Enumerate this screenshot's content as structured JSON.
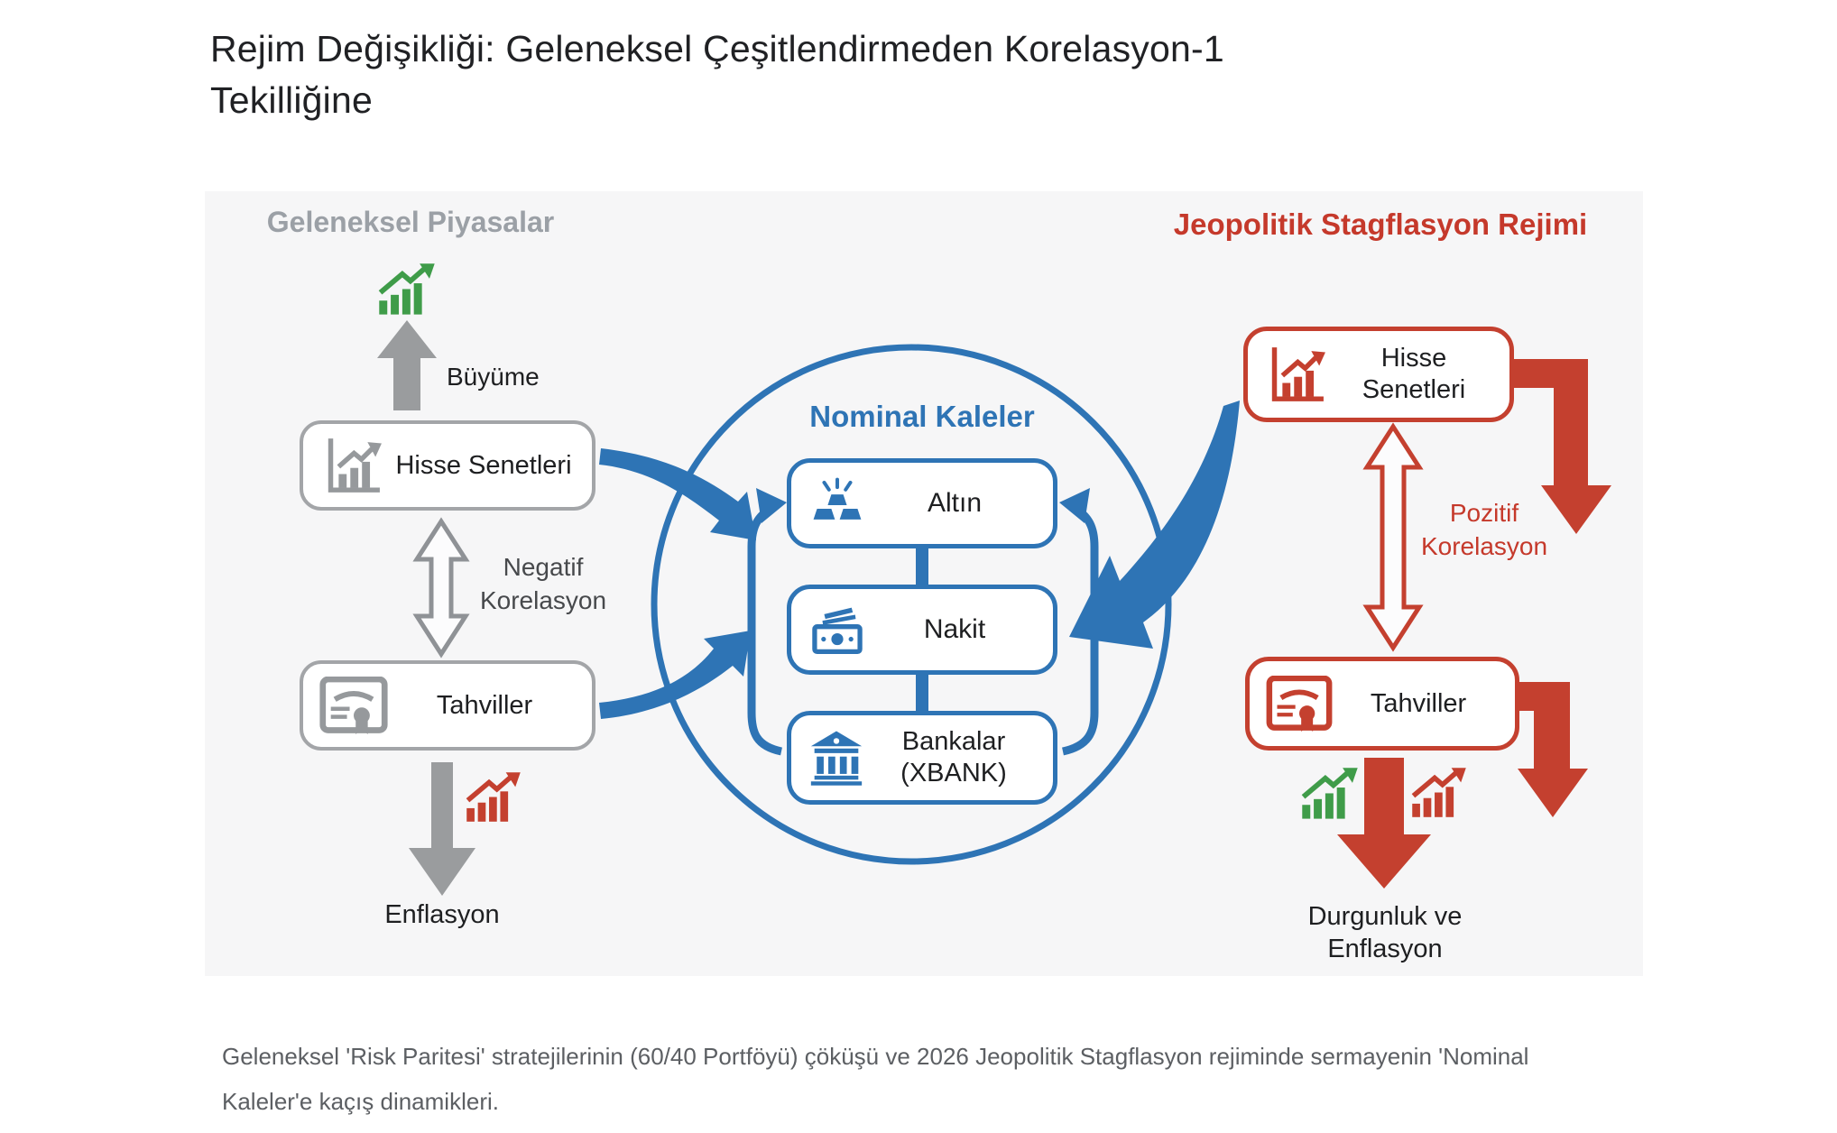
{
  "title": "Rejim Değişikliği: Geleneksel Çeşitlendirmeden Korelasyon-1 Tekilliğine",
  "caption": "Geleneksel 'Risk Paritesi' stratejilerinin (60/40 Portföyü) çöküşü ve 2026 Jeopolitik Stagflasyon rejiminde sermayenin 'Nominal Kaleler'e kaçış dinamikleri.",
  "colors": {
    "blue": "#2e74b5",
    "red": "#c4402f",
    "red_text": "#c5392b",
    "green": "#3f9c49",
    "gray_icon": "#96999c",
    "gray_arrow": "#9a9c9e",
    "dark_text": "#1e1f21",
    "muted_text": "#5c5f63",
    "panel_bg": "#f6f6f7"
  },
  "icons": {
    "growth": "trend-up-chart-icon",
    "stocks": "bar-chart-icon",
    "bonds": "certificate-icon",
    "gold": "gold-bars-icon",
    "cash": "banknote-icon",
    "banks": "bank-building-icon"
  },
  "left": {
    "header": "Geleneksel Piyasalar",
    "growth_label": "Büyüme",
    "stocks_label": "Hisse Senetleri",
    "correlation": {
      "line1": "Negatif",
      "line2": "Korelasyon"
    },
    "bonds_label": "Tahviller",
    "inflation_label": "Enflasyon"
  },
  "center": {
    "title": "Nominal Kaleler",
    "gold_label": "Altın",
    "cash_label": "Nakit",
    "banks": {
      "line1": "Bankalar",
      "line2": "(XBANK)"
    }
  },
  "right": {
    "header": "Jeopolitik Stagflasyon Rejimi",
    "stocks": {
      "line1": "Hisse",
      "line2": "Senetleri"
    },
    "correlation": {
      "line1": "Pozitif",
      "line2": "Korelasyon"
    },
    "bonds_label": "Tahviller",
    "outcome": {
      "line1": "Durgunluk ve",
      "line2": "Enflasyon"
    }
  }
}
